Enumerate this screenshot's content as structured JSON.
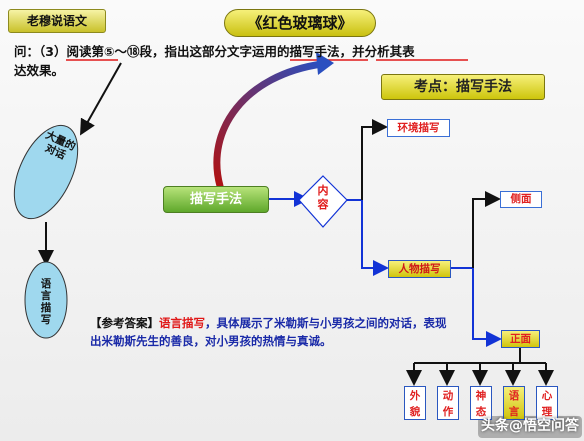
{
  "header": {
    "tag": "老穆说语文",
    "title": "《红色玻璃球》"
  },
  "question": {
    "prefix": "问：（3）阅读第⑤～⑱段，指出这部分文字运用的",
    "key1": "描写手法",
    "middle": "，",
    "key2": "并分析其表",
    "suffix": "达效果。"
  },
  "kaodian": "考点：描写手法",
  "left_ovals": {
    "dialogue": "大量的对话",
    "language": "语言描写"
  },
  "diagram": {
    "root": "描写手法",
    "content": "内容",
    "environment": "环境描写",
    "people": "人物描写",
    "side": "侧面",
    "front": "正面",
    "front_sub": [
      "外貌",
      "动作",
      "神态",
      "语言",
      "心理"
    ]
  },
  "answer": {
    "bracket": "【参考答案】",
    "highlight": "语言描写",
    "body": "，具体展示了米勒斯与小男孩之间的对话，表现出米勒斯先生的善良，对小男孩的热情与真诚。"
  },
  "watermark": "头条@悟空问答",
  "colors": {
    "arrow_blue": "#1233d6",
    "arrow_black": "#111111",
    "accent_red": "#e01818",
    "yellow_fill": "#f0e64a",
    "green_fill": "#7cc043"
  }
}
